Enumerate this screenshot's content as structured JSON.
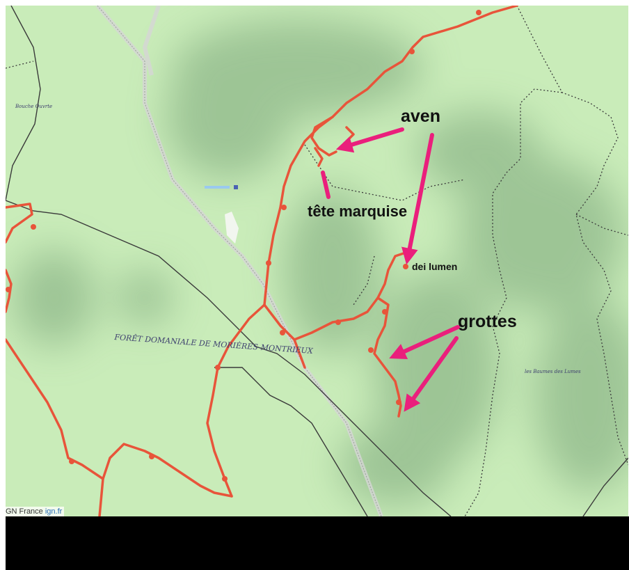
{
  "colors": {
    "land": "#c9ecb9",
    "relief_shade": "#8fb88a",
    "track": "#e8543a",
    "annotation_arrow": "#ea1f7c",
    "trail_dotted": "#3a3a3a",
    "road": "#3a3a3a",
    "boundary_track": "#d8d8d8",
    "bottom_bar": "#000000"
  },
  "annotations": {
    "aven": "aven",
    "tete_marquise": "tête marquise",
    "dei_lumen": "dei lumen",
    "grottes": "grottes"
  },
  "place_labels": {
    "foret": "FORÊT DOMANIALE DE MORIÈRES-MONTRIEUX",
    "bouche": "Bouche Ouvrte",
    "baumes": "les Baumes des Lumes"
  },
  "attribution": {
    "provider": "GN France",
    "link": "ign.fr"
  },
  "icons": [
    "arrow-icon",
    "track-marker-icon"
  ]
}
